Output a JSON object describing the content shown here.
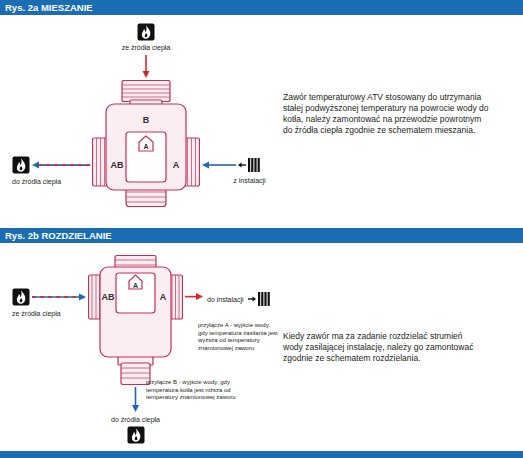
{
  "diagram": {
    "nodes": [
      {
        "text": [
          "Rys. 2a MIESZANIE"
        ]
      },
      {
        "text": [
          "ze źródła ciepła"
        ]
      },
      {
        "text": [
          "B",
          "A",
          "AB",
          "A"
        ]
      },
      {
        "text": [
          "do źródła ciepła"
        ]
      },
      {
        "text": [
          "z instalacji"
        ]
      },
      {
        "text": [
          "Rys. 2b ROZDZIELANIE"
        ]
      },
      {
        "text": [
          "ze źródła ciepła"
        ]
      },
      {
        "text": [
          "A",
          "AB",
          "A"
        ]
      },
      {
        "text": [
          "do instalacji"
        ]
      },
      {
        "text": [
          "do źródła ciepła"
        ]
      }
    ],
    "edges": [
      {
        "from": 1,
        "to": 2,
        "arrow": "to"
      },
      {
        "from": 2,
        "to": 3,
        "arrow": "to"
      },
      {
        "from": 4,
        "to": 2,
        "arrow": "to"
      },
      {
        "from": 6,
        "to": 7,
        "arrow": "to"
      },
      {
        "from": 7,
        "to": 8,
        "arrow": "to"
      },
      {
        "from": 7,
        "to": 9,
        "arrow": "to"
      }
    ],
    "labels": [
      "Zawór temperaturowy ATV stosowany do utrzymania stałej podwyższonej temperatury na powrocie wody do kotła, należy zamontować na przewodzie powrotnym do źródła ciepła zgodnie ze schematem mieszania.",
      "przyłącze A - wyjście wody, gdy temperatura zasilania jest wyższa od temperatury znamionowej zaworu",
      "Kiedy zawór ma za zadanie rozdzielać strumień wody zasilającej instalację, należy go zamontować zgodnie ze schematem rozdzielania.",
      "przyłącze B - wyjście wody, gdy temperatura kotła jest niższa od temperatury znamionowej zaworu"
    ]
  }
}
